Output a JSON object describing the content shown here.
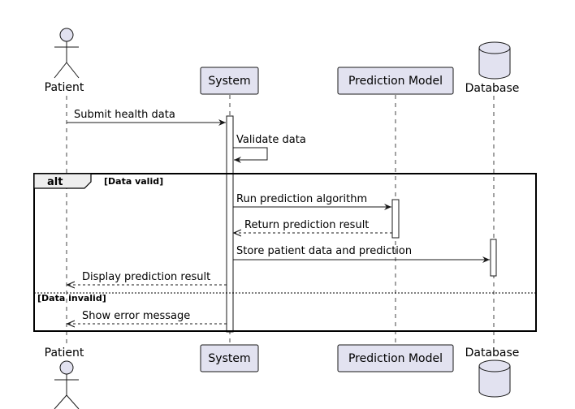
{
  "participants": {
    "patient": "Patient",
    "system": "System",
    "prediction_model": "Prediction Model",
    "database": "Database"
  },
  "messages": {
    "submit_health_data": "Submit health data",
    "validate_data": "Validate data",
    "run_prediction_algorithm": "Run prediction algorithm",
    "return_prediction_result": "Return prediction result",
    "store_patient_data": "Store patient data and prediction",
    "display_prediction_result": "Display prediction result",
    "show_error_message": "Show error message"
  },
  "fragment": {
    "operator": "alt",
    "guard_valid": "[Data valid]",
    "guard_invalid": "[Data invalid]"
  },
  "colors": {
    "participant_fill": "#e2e2f0",
    "stroke": "#181818"
  }
}
